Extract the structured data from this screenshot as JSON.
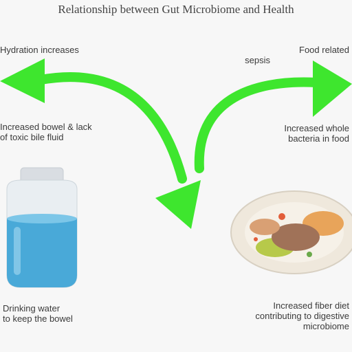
{
  "title": "Relationship between Gut Microbiome and Health",
  "labels": {
    "left_top": [
      "Hydration increases"
    ],
    "right_top": [
      "Food related",
      "sepsis"
    ],
    "left_mid": [
      "Increased bowel & lack",
      "of toxic bile fluid"
    ],
    "right_mid": [
      "Increased whole",
      "bacteria in food"
    ],
    "left_bot": [
      "Drinking water",
      "to keep the bowel"
    ],
    "right_bot": [
      "Increased fiber diet",
      "contributing to digestive",
      "microbiome"
    ]
  },
  "colors": {
    "arrow": "#3ee62e",
    "water": "#49a9d8",
    "plate": "#efe8dc"
  },
  "icons": [
    "water-jar-icon",
    "food-plate-icon",
    "curved-arrow-icon"
  ]
}
